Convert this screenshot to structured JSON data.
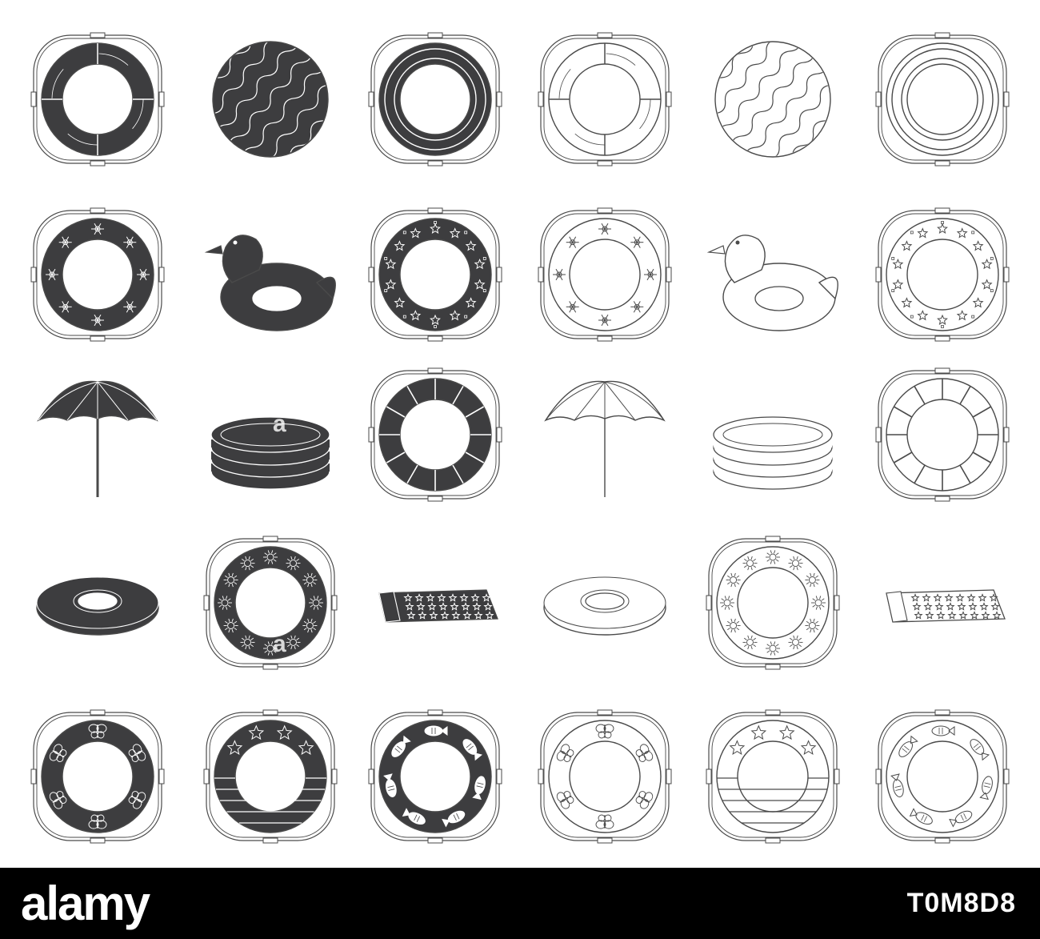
{
  "colors": {
    "fill": "#3d3d3f",
    "stroke": "#4a4a4a",
    "background": "#ffffff",
    "footer": "#000000"
  },
  "styles": [
    "solid",
    "outline"
  ],
  "icon_grid": [
    [
      "lifebuoy-plain-icon",
      "watermelon-ball-icon",
      "lifebuoy-rings-icon"
    ],
    [
      "lifebuoy-flowers-icon",
      "duck-float-icon",
      "lifebuoy-stars-icon"
    ],
    [
      "beach-umbrella-icon",
      "inflatable-pool-icon",
      "lifebuoy-segments-icon"
    ],
    [
      "swim-ring-icon",
      "lifebuoy-suns-icon",
      "air-mattress-icon"
    ],
    [
      "lifebuoy-butterflies-icon",
      "lifebuoy-flag-icon",
      "lifebuoy-fish-icon"
    ]
  ],
  "watermark": {
    "text": "a"
  },
  "footer": {
    "logo": "alamy",
    "image_code": "T0M8D8"
  }
}
